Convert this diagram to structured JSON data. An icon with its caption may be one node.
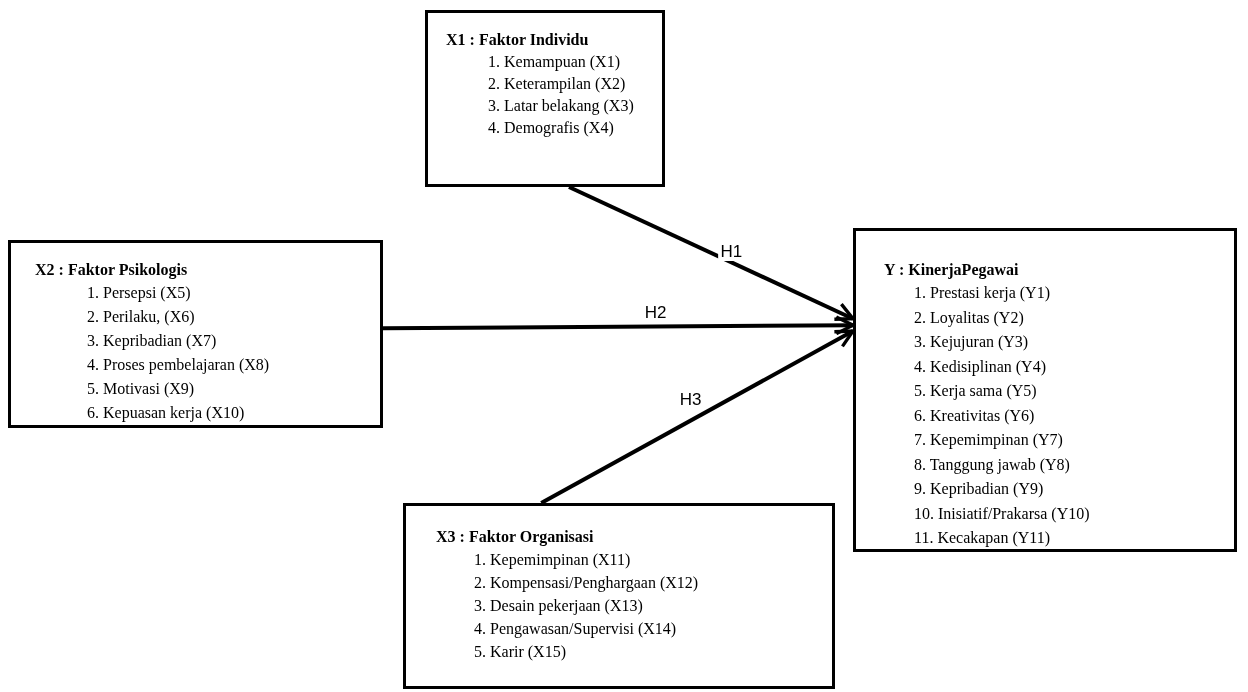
{
  "diagram": {
    "nodes": [
      {
        "text": [
          "X1 : Faktor Individu",
          "1. Kemampuan (X1)",
          "2. Keterampilan (X2)",
          "3. Latar belakang (X3)",
          "4. Demografis (X4)"
        ]
      },
      {
        "text": [
          "X2 : Faktor Psikologis",
          "1. Persepsi (X5)",
          "2. Perilaku, (X6)",
          "3. Kepribadian (X7)",
          "4. Proses pembelajaran (X8)",
          "5. Motivasi (X9)",
          "6. Kepuasan kerja (X10)"
        ]
      },
      {
        "text": [
          "Y : KinerjaPegawai",
          "1. Prestasi kerja (Y1)",
          "2. Loyalitas (Y2)",
          "3. Kejujuran (Y3)",
          "4. Kedisiplinan (Y4)",
          "5. Kerja sama (Y5)",
          "6. Kreativitas (Y6)",
          "7. Kepemimpinan (Y7)",
          "8. Tanggung jawab (Y8)",
          "9. Kepribadian (Y9)",
          "10. Inisiatif/Prakarsa (Y10)",
          "11. Kecakapan (Y11)"
        ]
      },
      {
        "text": [
          "X3 : Faktor Organisasi",
          "1. Kepemimpinan (X11)",
          "2. Kompensasi/Penghargaan (X12)",
          "3. Desain pekerjaan (X13)",
          "4. Pengawasan/Supervisi (X14)",
          "5. Karir (X15)"
        ]
      }
    ],
    "edges": [
      {
        "from": 0,
        "to": 2,
        "arrow": "to",
        "label": "H1"
      },
      {
        "from": 1,
        "to": 2,
        "arrow": "to",
        "label": "H2"
      },
      {
        "from": 3,
        "to": 2,
        "arrow": "to",
        "label": "H3"
      }
    ]
  }
}
